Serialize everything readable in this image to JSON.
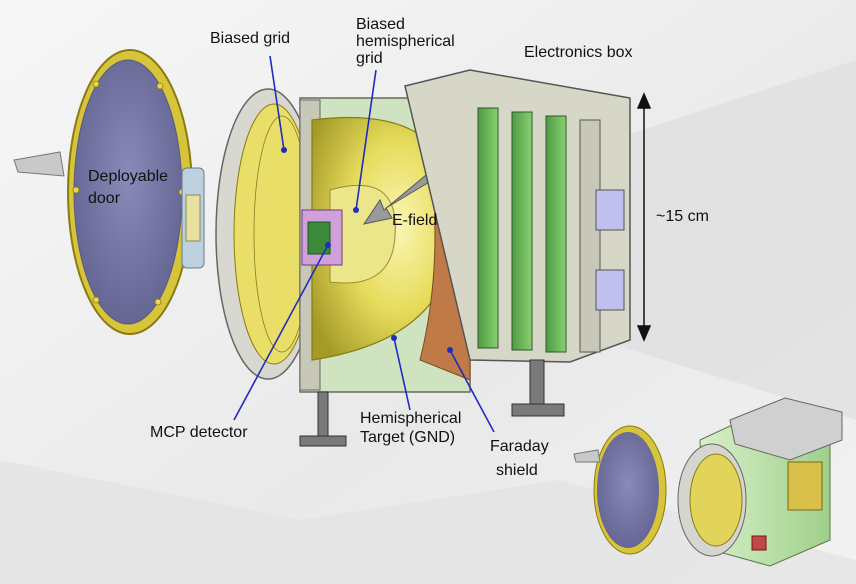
{
  "labels": {
    "biased_grid": "Biased grid",
    "biased_hemi_1": "Biased",
    "biased_hemi_2": "hemispherical",
    "biased_hemi_3": "grid",
    "electronics_box": "Electronics box",
    "deployable_door_1": "Deployable",
    "deployable_door_2": "door",
    "e_field": "E-field",
    "scale": "~15 cm",
    "mcp_detector": "MCP detector",
    "hemi_target_1": "Hemispherical",
    "hemi_target_2": "Target (GND)",
    "faraday_1": "Faraday",
    "faraday_2": "shield"
  },
  "colors": {
    "door_fill": "#7f7fb0",
    "door_rim": "#c8b838",
    "hemisphere": "#e6dc5c",
    "faraday": "#c07a48",
    "board": "#6cbf5c",
    "frame": "#c8c8b8",
    "callout": "#1f2dbf",
    "arrow_gray": "#9a9a9a"
  }
}
